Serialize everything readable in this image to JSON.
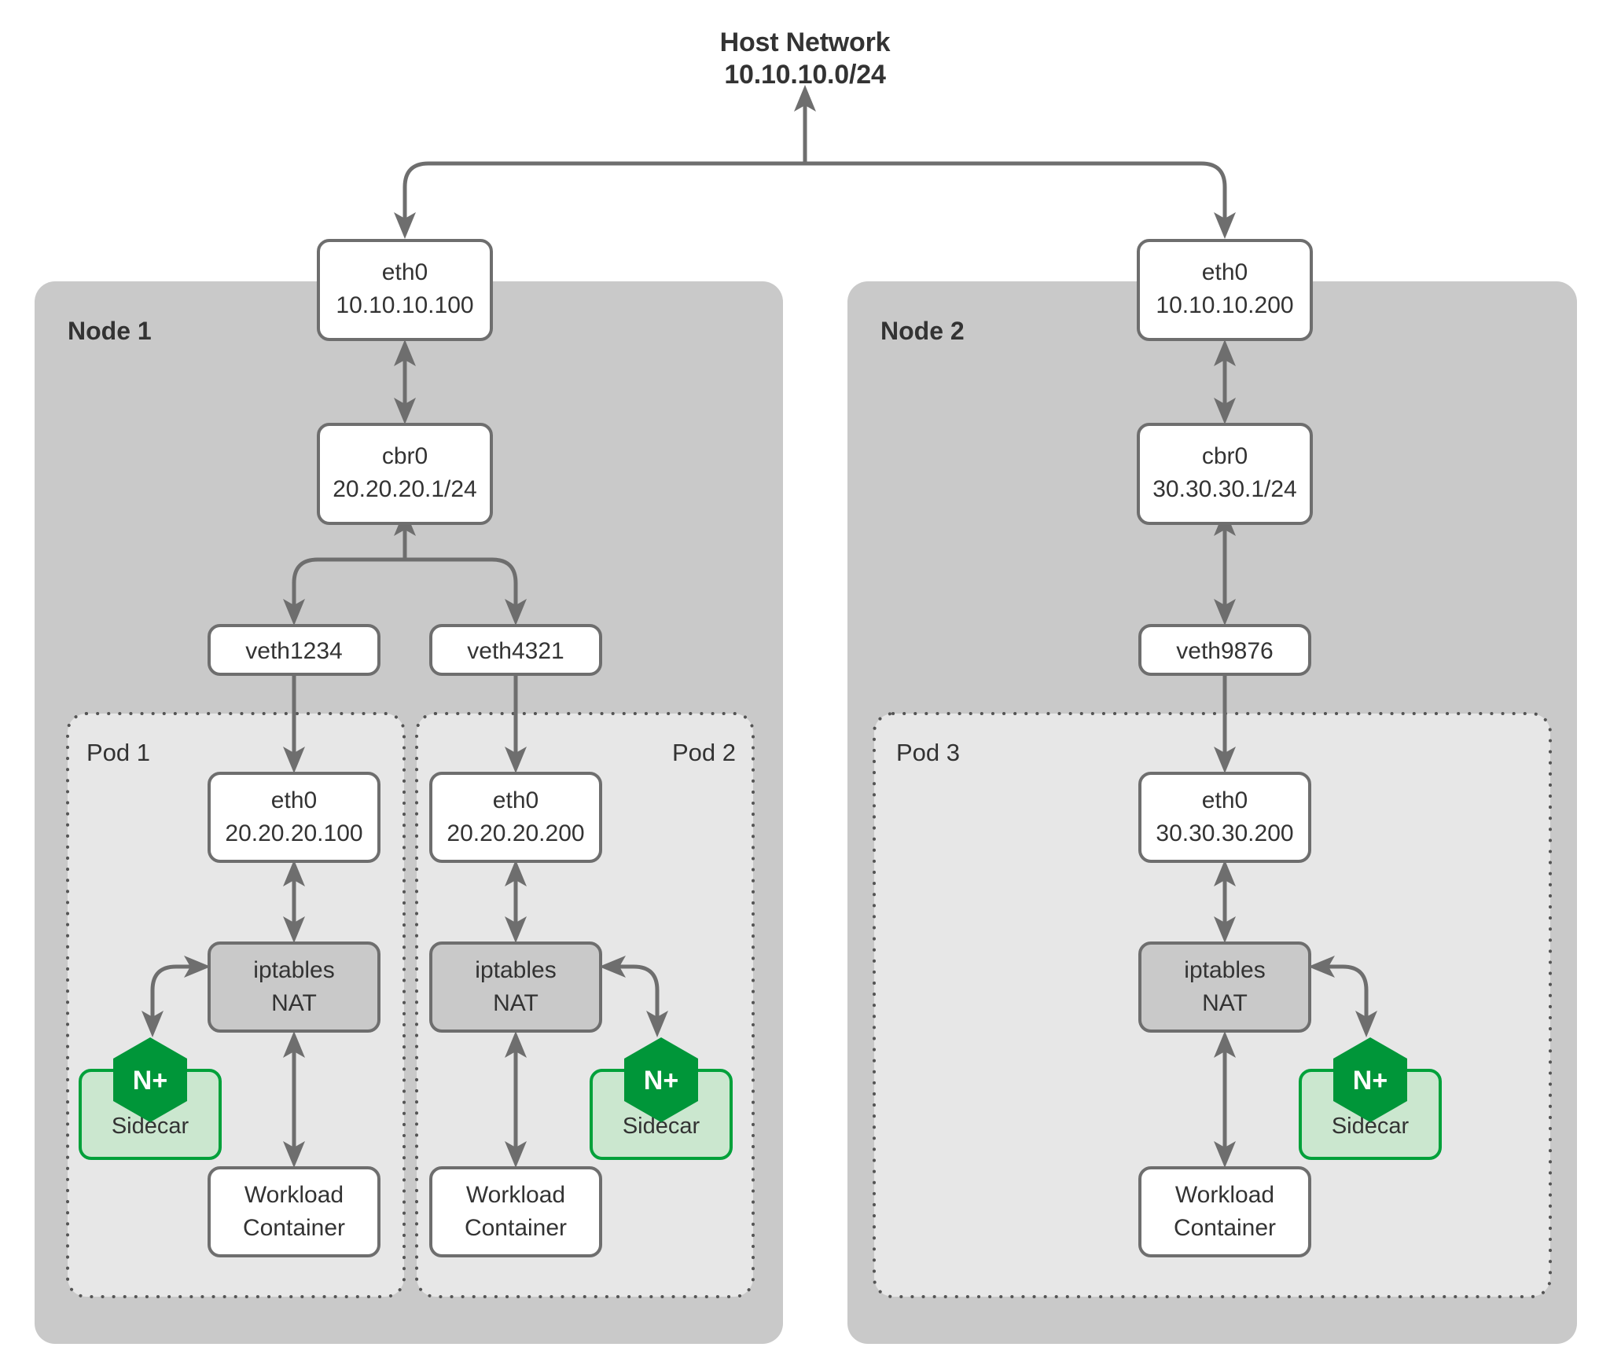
{
  "diagram": {
    "title_line1": "Host Network",
    "title_line2": "10.10.10.0/24",
    "colors": {
      "node_fill": "#c9c9c9",
      "pod_fill": "#e7e7e7",
      "box_stroke": "#6e6e6e",
      "text": "#333333",
      "nginx_green": "#009639",
      "sidecar_fill": "#cbe7cf",
      "sidecar_stroke": "#00a13a",
      "background": "#ffffff"
    }
  },
  "nodes": [
    {
      "label": "Node 1",
      "eth0_name": "eth0",
      "eth0_ip": "10.10.10.100",
      "bridge_name": "cbr0",
      "bridge_ip": "20.20.20.1/24",
      "veths": [
        "veth1234",
        "veth4321"
      ],
      "pods": [
        {
          "label": "Pod 1",
          "eth0_name": "eth0",
          "eth0_ip": "20.20.20.100",
          "iptables_line1": "iptables",
          "iptables_line2": "NAT",
          "sidecar_label": "Sidecar",
          "sidecar_logo": "N+",
          "workload_line1": "Workload",
          "workload_line2": "Container"
        },
        {
          "label": "Pod 2",
          "eth0_name": "eth0",
          "eth0_ip": "20.20.20.200",
          "iptables_line1": "iptables",
          "iptables_line2": "NAT",
          "sidecar_label": "Sidecar",
          "sidecar_logo": "N+",
          "workload_line1": "Workload",
          "workload_line2": "Container"
        }
      ]
    },
    {
      "label": "Node 2",
      "eth0_name": "eth0",
      "eth0_ip": "10.10.10.200",
      "bridge_name": "cbr0",
      "bridge_ip": "30.30.30.1/24",
      "veths": [
        "veth9876"
      ],
      "pods": [
        {
          "label": "Pod 3",
          "eth0_name": "eth0",
          "eth0_ip": "30.30.30.200",
          "iptables_line1": "iptables",
          "iptables_line2": "NAT",
          "sidecar_label": "Sidecar",
          "sidecar_logo": "N+",
          "workload_line1": "Workload",
          "workload_line2": "Container"
        }
      ]
    }
  ]
}
